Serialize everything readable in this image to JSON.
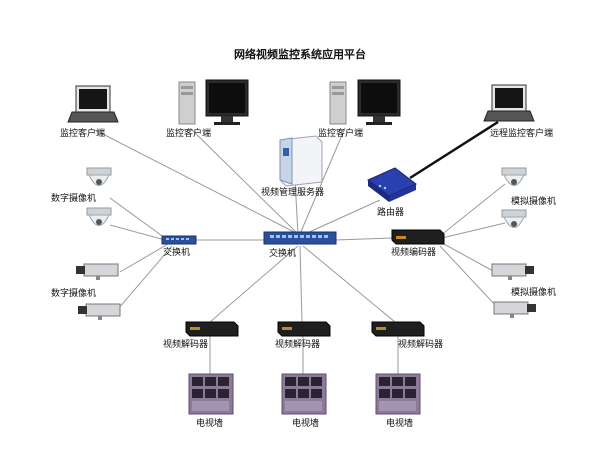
{
  "title": "网络视频监控系统应用平台",
  "labels": {
    "monitor_client_1": "监控客户端",
    "monitor_client_2": "监控客户端",
    "monitor_client_3": "监控客户端",
    "remote_client": "远程监控客户端",
    "video_server": "视频管理服务器",
    "router": "路由器",
    "digital_camera_1": "数字摄像机",
    "digital_camera_2": "数字摄像机",
    "switch_left": "交换机",
    "switch_center": "交换机",
    "video_encoder": "视频编码器",
    "analog_camera_1": "模拟摄像机",
    "analog_camera_2": "模拟摄像机",
    "decoder_1": "视频解码器",
    "decoder_2": "视频解码器",
    "decoder_3": "视频解码器",
    "tv_wall_1": "电视墙",
    "tv_wall_2": "电视墙",
    "tv_wall_3": "电视墙"
  },
  "colors": {
    "line": "#9a9a9a",
    "router_line": "#111111",
    "switch_blue": "#2b4f9a",
    "router_blue": "#2a3fb0",
    "device_dark": "#222222",
    "tv_purple": "#8c7a98"
  }
}
